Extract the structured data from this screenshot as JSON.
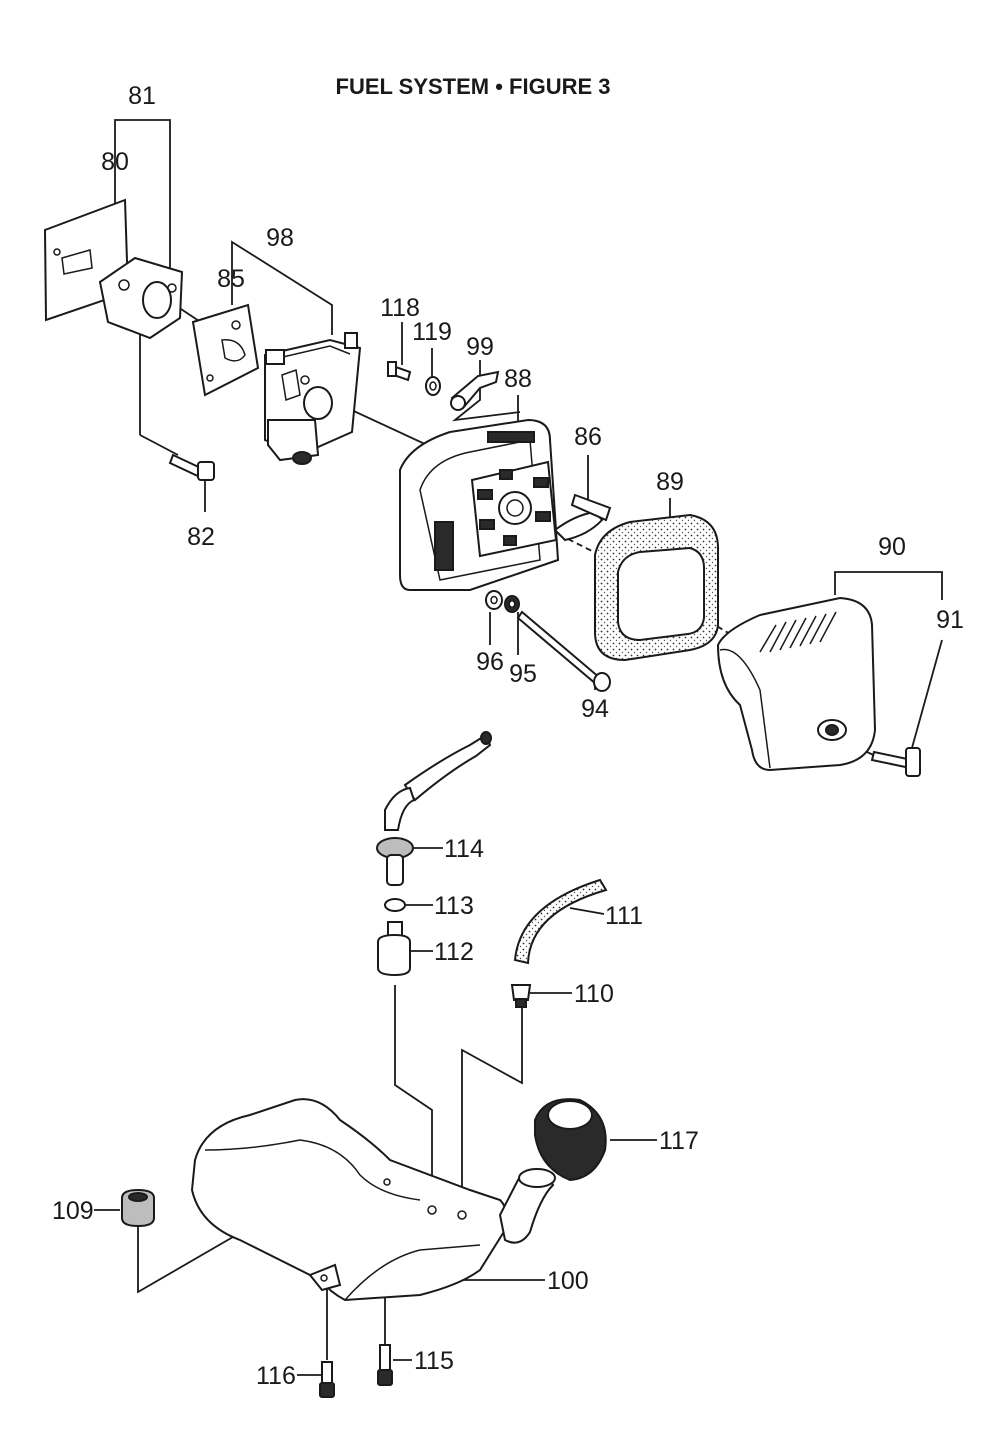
{
  "title": "FUEL SYSTEM  •  FIGURE 3",
  "labels": {
    "p80": "80",
    "p81": "81",
    "p82": "82",
    "p85": "85",
    "p86": "86",
    "p88": "88",
    "p89": "89",
    "p90": "90",
    "p91": "91",
    "p94": "94",
    "p95": "95",
    "p96": "96",
    "p98": "98",
    "p99": "99",
    "p100": "100",
    "p109": "109",
    "p110": "110",
    "p111": "111",
    "p112": "112",
    "p113": "113",
    "p114": "114",
    "p115": "115",
    "p116": "116",
    "p117": "117",
    "p118": "118",
    "p119": "119"
  }
}
